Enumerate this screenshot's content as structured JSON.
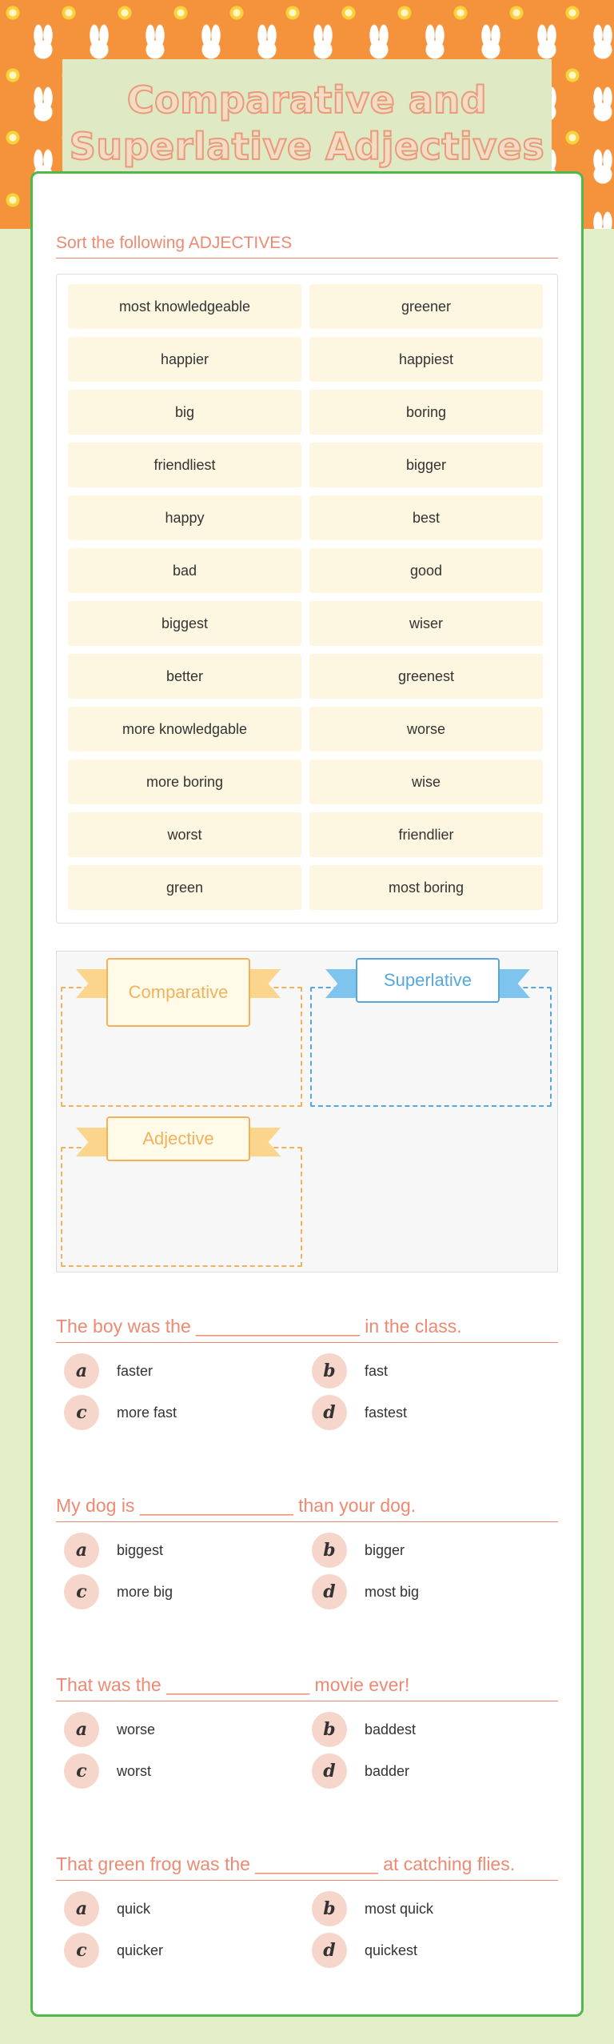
{
  "header": {
    "title": "Comparative and Superlative Adjectives"
  },
  "sort_section": {
    "heading": "Sort the following ADJECTIVES",
    "words": [
      "most knowledgeable",
      "greener",
      "happier",
      "happiest",
      "big",
      "boring",
      "friendliest",
      "bigger",
      "happy",
      "best",
      "bad",
      "good",
      "biggest",
      "wiser",
      "better",
      "greenest",
      "more knowledgable",
      "worse",
      "more boring",
      "wise",
      "worst",
      "friendlier",
      "green",
      "most boring"
    ]
  },
  "drop_zones": {
    "comparative": "Comparative",
    "superlative": "Superlative",
    "adjective": "Adjective"
  },
  "questions": [
    {
      "text": "The boy was the ________________ in the class.",
      "options": [
        {
          "letter": "a",
          "text": "faster"
        },
        {
          "letter": "b",
          "text": "fast"
        },
        {
          "letter": "c",
          "text": "more fast"
        },
        {
          "letter": "d",
          "text": "fastest"
        }
      ]
    },
    {
      "text": "My dog is _______________ than your dog.",
      "options": [
        {
          "letter": "a",
          "text": "biggest"
        },
        {
          "letter": "b",
          "text": "bigger"
        },
        {
          "letter": "c",
          "text": "more big"
        },
        {
          "letter": "d",
          "text": "most big"
        }
      ]
    },
    {
      "text": "That was the ______________ movie ever!",
      "options": [
        {
          "letter": "a",
          "text": "worse"
        },
        {
          "letter": "b",
          "text": "baddest"
        },
        {
          "letter": "c",
          "text": "worst"
        },
        {
          "letter": "d",
          "text": "badder"
        }
      ]
    },
    {
      "text": "That green frog was the ____________ at catching flies.",
      "options": [
        {
          "letter": "a",
          "text": "quick"
        },
        {
          "letter": "b",
          "text": "most quick"
        },
        {
          "letter": "c",
          "text": "quicker"
        },
        {
          "letter": "d",
          "text": "quickest"
        }
      ]
    }
  ],
  "colors": {
    "accent": "#ec8a72",
    "card_border": "#4fb94a",
    "comparative": "#f2b25c",
    "superlative": "#55a8dc",
    "word_tile": "#fdf7e2",
    "badge": "#f6d6cb"
  }
}
